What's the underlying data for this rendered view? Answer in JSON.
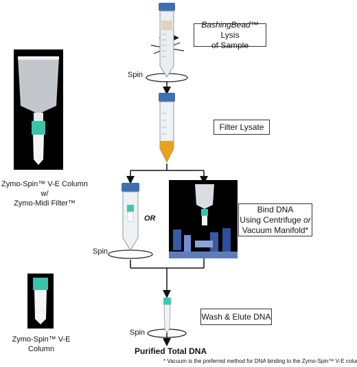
{
  "steps": {
    "lysis": {
      "brand": "BashingBead",
      "tm": "™",
      "rest": " Lysis",
      "line2": "of Sample"
    },
    "filter": {
      "label": "Filter Lysate"
    },
    "bind": {
      "line1": "Bind DNA",
      "line2_pre": "Using Centrifuge ",
      "line2_or": "or",
      "line3": "Vacuum Manifold*"
    },
    "wash": {
      "label": "Wash & Elute DNA"
    }
  },
  "labels": {
    "spin": "Spin",
    "or": "OR",
    "result": "Purified Total DNA",
    "footnote": "* Vacuum is the preferred method for DNA binding to the Zymo-Spin™ V-E column."
  },
  "captions": {
    "column_with_filter_line1": "Zymo-Spin™ V-E Column w/",
    "column_with_filter_line2": "Zymo-Midi Filter™",
    "column": "Zymo-Spin™ V-E Column"
  }
}
